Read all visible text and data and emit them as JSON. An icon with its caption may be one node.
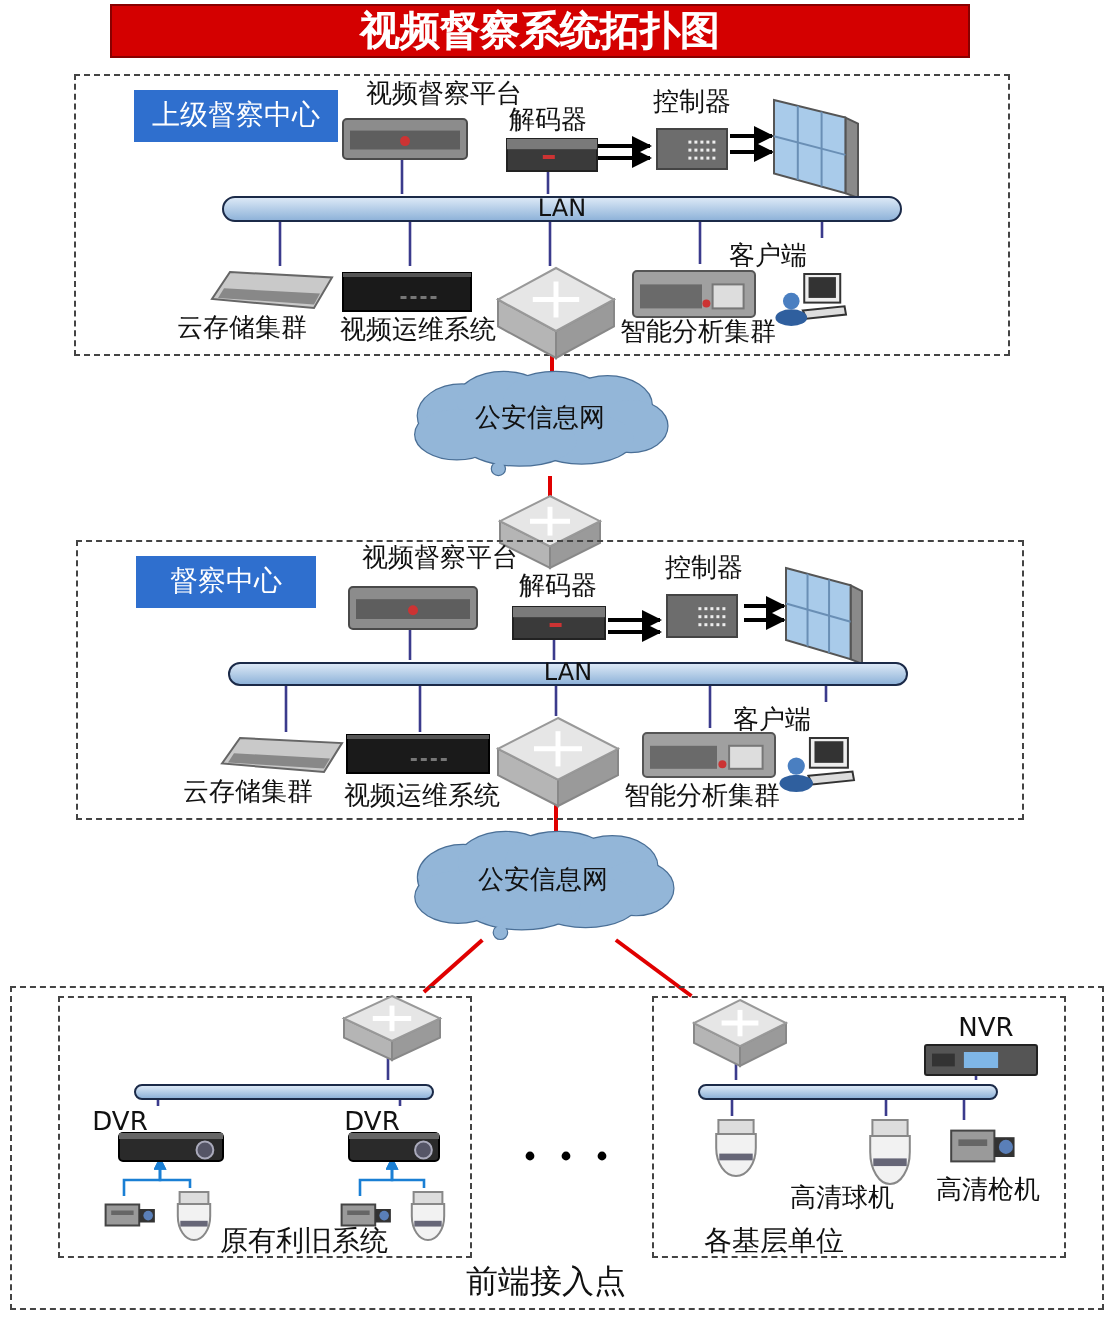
{
  "diagram": {
    "title": "视频督察系统拓扑图",
    "nodes": [
      {
        "text": [
          "上级督察中心"
        ]
      },
      {
        "text": [
          "视频督察平台"
        ],
        "in": 0
      },
      {
        "text": [
          "解码器"
        ],
        "in": 0
      },
      {
        "text": [
          "控制器"
        ],
        "in": 0
      },
      {
        "text": [],
        "shape": "picture",
        "in": 0
      },
      {
        "text": [
          "LAN"
        ],
        "in": 0
      },
      {
        "text": [
          "云存储集群"
        ],
        "in": 0
      },
      {
        "text": [
          "视频运维系统"
        ],
        "in": 0
      },
      {
        "text": [],
        "shape": "picture",
        "in": 0
      },
      {
        "text": [
          "智能分析集群"
        ],
        "in": 0
      },
      {
        "text": [
          "客户端"
        ],
        "in": 0
      },
      {
        "text": [
          "公安信息网"
        ]
      },
      {
        "text": [],
        "shape": "picture"
      },
      {
        "text": [
          "督察中心"
        ]
      },
      {
        "text": [
          "视频督察平台"
        ],
        "in": 13
      },
      {
        "text": [
          "解码器"
        ],
        "in": 13
      },
      {
        "text": [
          "控制器"
        ],
        "in": 13
      },
      {
        "text": [],
        "shape": "picture",
        "in": 13
      },
      {
        "text": [
          "LAN"
        ],
        "in": 13
      },
      {
        "text": [
          "云存储集群"
        ],
        "in": 13
      },
      {
        "text": [
          "视频运维系统"
        ],
        "in": 13
      },
      {
        "text": [],
        "shape": "picture",
        "in": 13
      },
      {
        "text": [
          "智能分析集群"
        ],
        "in": 13
      },
      {
        "text": [
          "客户端"
        ],
        "in": 13
      },
      {
        "text": [
          "公安信息网"
        ]
      },
      {
        "text": [
          "前端接入点"
        ]
      },
      {
        "text": [
          "原有利旧系统"
        ],
        "in": 25
      },
      {
        "text": [],
        "shape": "picture",
        "in": 26
      },
      {
        "text": [],
        "shape": "bar",
        "in": 26
      },
      {
        "text": [
          "DVR"
        ],
        "in": 26
      },
      {
        "text": [
          "DVR"
        ],
        "in": 26
      },
      {
        "text": [],
        "shape": "box",
        "in": 26
      },
      {
        "text": [],
        "shape": "picture",
        "in": 26
      },
      {
        "text": [],
        "shape": "box",
        "in": 26
      },
      {
        "text": [],
        "shape": "picture",
        "in": 26
      },
      {
        "text": [
          "各基层单位"
        ],
        "in": 25
      },
      {
        "text": [],
        "shape": "picture",
        "in": 35
      },
      {
        "text": [
          "NVR"
        ],
        "in": 35
      },
      {
        "text": [],
        "shape": "bar",
        "in": 35
      },
      {
        "text": [],
        "shape": "picture",
        "in": 35
      },
      {
        "text": [
          "高清球机"
        ],
        "in": 35
      },
      {
        "text": [
          "高清枪机"
        ],
        "in": 35
      }
    ],
    "edges": [
      {
        "from": 1,
        "to": 5,
        "arrow": "none"
      },
      {
        "from": 2,
        "to": 5,
        "arrow": "none"
      },
      {
        "from": 2,
        "to": 3,
        "arrow": "to",
        "color": "#000000"
      },
      {
        "from": 2,
        "to": 3,
        "arrow": "to",
        "color": "#000000"
      },
      {
        "from": 3,
        "to": 4,
        "arrow": "to",
        "color": "#000000"
      },
      {
        "from": 3,
        "to": 4,
        "arrow": "to",
        "color": "#000000"
      },
      {
        "from": 6,
        "to": 5,
        "arrow": "none"
      },
      {
        "from": 7,
        "to": 5,
        "arrow": "none"
      },
      {
        "from": 8,
        "to": 5,
        "arrow": "none"
      },
      {
        "from": 9,
        "to": 5,
        "arrow": "none"
      },
      {
        "from": 10,
        "to": 5,
        "arrow": "none"
      },
      {
        "from": 8,
        "to": 11,
        "arrow": "none",
        "color": "#e00000"
      },
      {
        "from": 11,
        "to": 12,
        "arrow": "none",
        "color": "#e00000"
      },
      {
        "from": 14,
        "to": 18,
        "arrow": "none"
      },
      {
        "from": 15,
        "to": 18,
        "arrow": "none"
      },
      {
        "from": 15,
        "to": 16,
        "arrow": "to",
        "color": "#000000"
      },
      {
        "from": 15,
        "to": 16,
        "arrow": "to",
        "color": "#000000"
      },
      {
        "from": 16,
        "to": 17,
        "arrow": "to",
        "color": "#000000"
      },
      {
        "from": 16,
        "to": 17,
        "arrow": "to",
        "color": "#000000"
      },
      {
        "from": 19,
        "to": 18,
        "arrow": "none"
      },
      {
        "from": 20,
        "to": 18,
        "arrow": "none"
      },
      {
        "from": 21,
        "to": 18,
        "arrow": "none"
      },
      {
        "from": 22,
        "to": 18,
        "arrow": "none"
      },
      {
        "from": 23,
        "to": 18,
        "arrow": "none"
      },
      {
        "from": 21,
        "to": 24,
        "arrow": "none",
        "color": "#e00000"
      },
      {
        "from": 24,
        "to": 27,
        "arrow": "none",
        "color": "#e00000"
      },
      {
        "from": 24,
        "to": 36,
        "arrow": "none",
        "color": "#e00000"
      },
      {
        "from": 27,
        "to": 28,
        "arrow": "none"
      },
      {
        "from": 29,
        "to": 28,
        "arrow": "none"
      },
      {
        "from": 30,
        "to": 28,
        "arrow": "none"
      },
      {
        "from": 31,
        "to": 29,
        "arrow": "to",
        "color": "#1a7fd4"
      },
      {
        "from": 32,
        "to": 29,
        "arrow": "to",
        "color": "#1a7fd4"
      },
      {
        "from": 33,
        "to": 30,
        "arrow": "to",
        "color": "#1a7fd4"
      },
      {
        "from": 34,
        "to": 30,
        "arrow": "to",
        "color": "#1a7fd4"
      },
      {
        "from": 36,
        "to": 38,
        "arrow": "none"
      },
      {
        "from": 37,
        "to": 38,
        "arrow": "none"
      },
      {
        "from": 39,
        "to": 38,
        "arrow": "none"
      },
      {
        "from": 40,
        "to": 38,
        "arrow": "none"
      },
      {
        "from": 41,
        "to": 38,
        "arrow": "none"
      }
    ]
  }
}
